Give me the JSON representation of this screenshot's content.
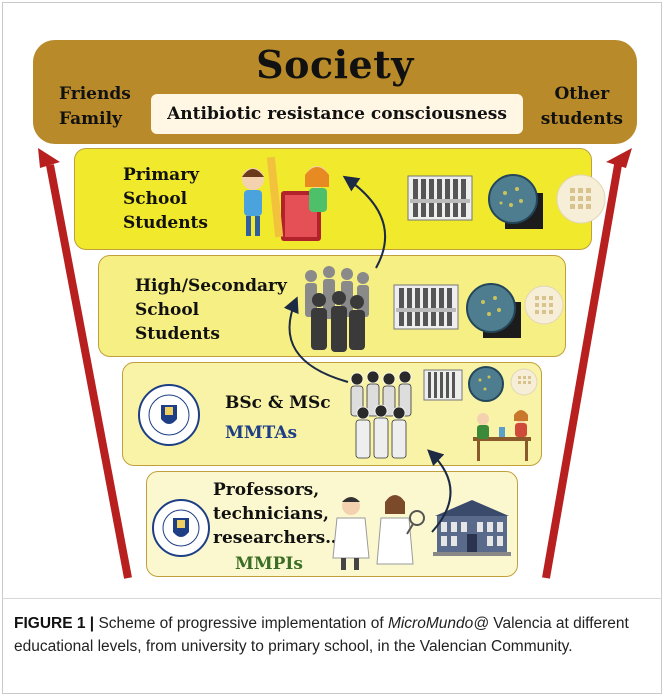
{
  "society": {
    "title": "Society",
    "left_label": [
      "Friends",
      "Family"
    ],
    "right_label": [
      "Other",
      "students"
    ],
    "consciousness": "Antibiotic resistance consciousness"
  },
  "levels": {
    "primary": [
      "Primary",
      "School",
      "Students"
    ],
    "high": [
      "High/Secondary",
      "School",
      "Students"
    ],
    "bsc": {
      "degree": "BSc & MSc",
      "role": "MMTAs"
    },
    "prof": {
      "lines": [
        "Professors,",
        "technicians,",
        "researchers…"
      ],
      "role": "MMPIs"
    }
  },
  "caption": {
    "label": "FIGURE 1",
    "separator": "|",
    "text_1": "Scheme of progressive implementation of ",
    "italic": "MicroMundo@",
    "text_2": " Valencia at different educational levels, from university to primary school, in the Valencian Community."
  },
  "colors": {
    "society": "#b88a2a",
    "primary": "#f0e92c",
    "high": "#f6ef84",
    "bsc": "#f8f3a6",
    "prof": "#fbf8cf",
    "big_arrow": "#b82020",
    "curve_arrow": "#1d2a44"
  },
  "icons": [
    "kids-with-book-icon",
    "test-tube-rack-icon",
    "petri-dish-icon",
    "well-plate-icon",
    "student-group-icon",
    "university-seal-icon",
    "lab-researchers-icon",
    "university-building-icon"
  ]
}
